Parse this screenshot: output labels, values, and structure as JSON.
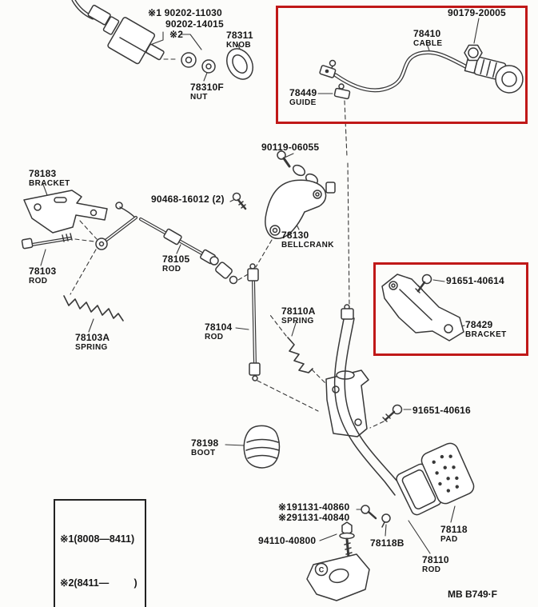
{
  "title": "Pedal and accelerator link parts diagram",
  "colors": {
    "highlight": "#c01818",
    "line": "#383838",
    "background": "#fcfcfa"
  },
  "legend": {
    "line1": "※1(8008—8411)",
    "line2": "※2(8411—         )"
  },
  "marks": {
    "c_mark": "C"
  },
  "footer": {
    "code": "MB B749·F"
  },
  "parts": {
    "switch_opt1": {
      "num": "※1 90202-11030"
    },
    "switch_opt2": {
      "num": "90202-14015",
      "mark": "※2"
    },
    "knob": {
      "num": "78311",
      "name": "KNOB"
    },
    "nut_knob": {
      "num": "78310F",
      "name": "NUT"
    },
    "nut_cable": {
      "num": "90179-20005"
    },
    "cable": {
      "num": "78410",
      "name": "CABLE"
    },
    "guide": {
      "num": "78449",
      "name": "GUIDE"
    },
    "bolt_bellcrank": {
      "num": "90119-06055"
    },
    "bracket_left": {
      "num": "78183",
      "name": "BRACKET"
    },
    "screw_pair": {
      "num": "90468-16012 (2)"
    },
    "bellcrank": {
      "num": "78130",
      "name": "BELLCRANK"
    },
    "rod_78105": {
      "num": "78105",
      "name": "ROD"
    },
    "rod_78103": {
      "num": "78103",
      "name": "ROD"
    },
    "spring_78103a": {
      "num": "78103A",
      "name": "SPRING"
    },
    "rod_78104": {
      "num": "78104",
      "name": "ROD"
    },
    "spring_78110a": {
      "num": "78110A",
      "name": "SPRING"
    },
    "bolt_91651_40614": {
      "num": "91651-40614"
    },
    "bracket_78429": {
      "num": "78429",
      "name": "BRACKET"
    },
    "bolt_91651_40616": {
      "num": "91651-40616"
    },
    "boot": {
      "num": "78198",
      "name": "BOOT"
    },
    "bolt_opt1": {
      "num": "※191131-40860"
    },
    "bolt_opt2": {
      "num": "※291131-40840"
    },
    "bolt_94110": {
      "num": "94110-40800"
    },
    "stopper": {
      "num": "78118B"
    },
    "pad": {
      "num": "78118",
      "name": "PAD"
    },
    "rod_78110": {
      "num": "78110",
      "name": "ROD"
    }
  }
}
